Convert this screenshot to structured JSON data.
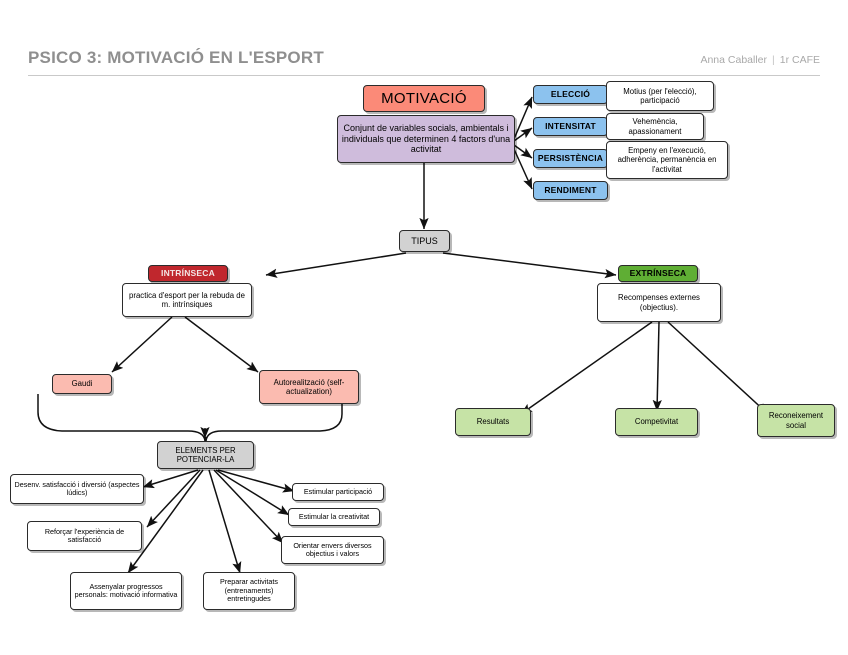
{
  "header": {
    "title": "PSICO 3: MOTIVACIÓ EN L'ESPORT",
    "author": "Anna Caballer",
    "separator": "|",
    "course": "1r CAFE"
  },
  "diagram": {
    "type": "concept-map",
    "root": {
      "title": "MOTIVACIÓ",
      "definition": "Conjunt de variables socials, ambientals i individuals que determinen 4 factors d'una activitat"
    },
    "factors": [
      {
        "label": "ELECCIÓ",
        "detail": "Motius (per l'elecció), participació"
      },
      {
        "label": "INTENSITAT",
        "detail": "Vehemència, apassionament"
      },
      {
        "label": "PERSISTÈNCIA",
        "detail": "Empeny en l'execució, adherència, permanència en l'activitat"
      },
      {
        "label": "RENDIMENT",
        "detail": ""
      }
    ],
    "types_label": "TIPUS",
    "intrinsic": {
      "label": "INTRÍNSECA",
      "definition": "practica d'esport per la rebuda de m. intrínsiques",
      "children": [
        "Gaudi",
        "Autorealització (self-actualization)"
      ]
    },
    "extrinsic": {
      "label": "EXTRÍNSECA",
      "definition": "Recompenses externes (objectius).",
      "children": [
        "Resultats",
        "Competivitat",
        "Reconeixement social"
      ]
    },
    "elements_label": "ELEMENTS PER POTENCIAR-LA",
    "elements": [
      "Desenv. satisfacció i  diversió (aspectes lúdics)",
      "Reforçar l'experiència de satisfacció",
      "Assenyalar progressos personals: motivació informativa",
      "Preparar activitats (entrenaments) entretingudes",
      "Orientar envers diversos objectius i valors",
      "Estimular la creativitat",
      "Estimular  participació"
    ],
    "colors": {
      "salmon": "#fb8a78",
      "lilac": "#cfbcdc",
      "blue": "#8cc2ee",
      "gray": "#d2d2d2",
      "crimson": "#c0272d",
      "green": "#5fae34",
      "light_green": "#c6e3a6",
      "pink": "#fbbbb0",
      "title_gray": "#8f8f8f"
    }
  }
}
